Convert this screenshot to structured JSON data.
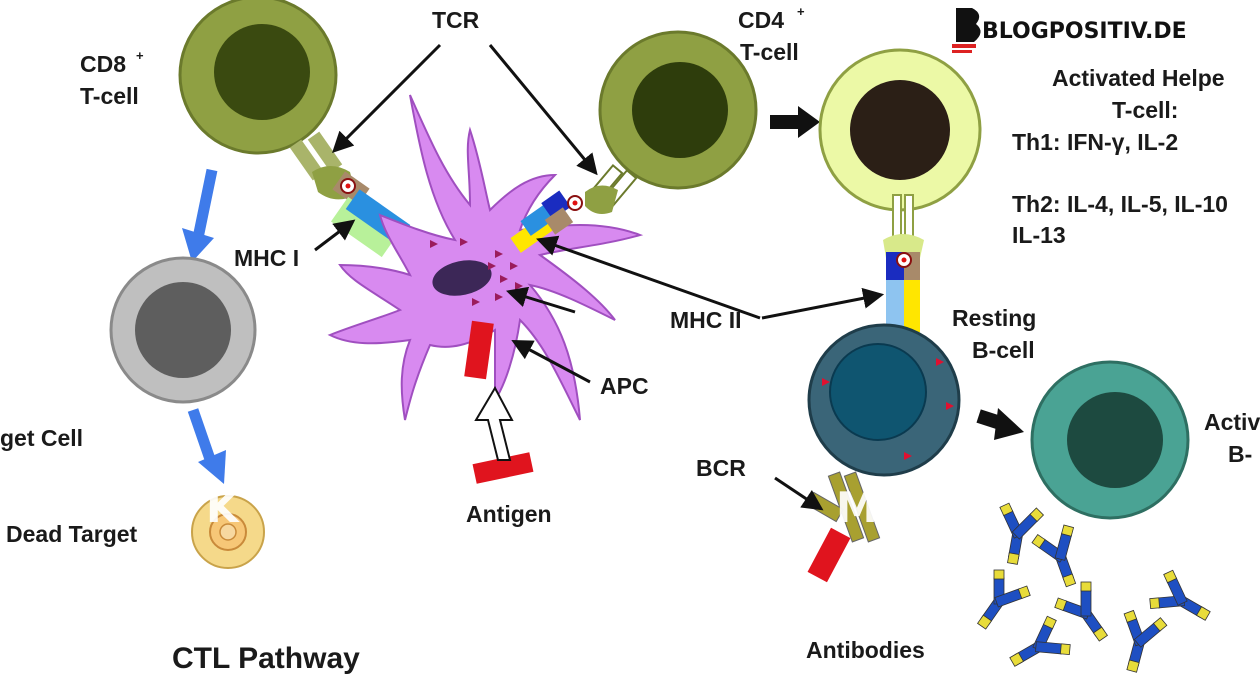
{
  "labels": {
    "tcr": "TCR",
    "cd8": "CD8",
    "cd8_sup": "+",
    "tcell_cd8": "T-cell",
    "cd4": "CD4",
    "cd4_sup": "+",
    "tcell_cd4": "T-cell",
    "activated_helper_line1": "Activated Helpe",
    "activated_helper_line2": "T-cell:",
    "th1": "Th1: IFN-γ, IL-2",
    "th2_line1": "Th2: IL-4, IL-5, IL-10",
    "th2_line2": "IL-13",
    "mhc1": "MHC I",
    "mhc2": "MHC II",
    "resting_line1": "Resting",
    "resting_line2": "B-cell",
    "apc": "APC",
    "target_cell": "get Cell",
    "dead_target": "Dead Target",
    "antigen": "Antigen",
    "bcr": "BCR",
    "activated_b_line1": "Activ",
    "activated_b_line2": "B-",
    "ctl_pathway": "CTL Pathway",
    "antibodies": "Antibodies"
  },
  "watermark": {
    "text": "BLOGPOSITIV.DE",
    "ghost_left": "K",
    "ghost_right": "M   DE"
  },
  "colors": {
    "cd8_outer": "#8fa043",
    "cd8_inner": "#3a4a10",
    "cd4_outer": "#8fa043",
    "cd4_inner": "#2e3d0c",
    "helper_outer": "#ecf9a6",
    "helper_inner": "#2b1f16",
    "target_outer": "#bfbfbf",
    "target_inner": "#5e5e5e",
    "dead_outer": "#f5d98a",
    "apc_body": "#d88af0",
    "apc_nucleus": "#3c2757",
    "bcell_outer": "#3a6578",
    "bcell_inner": "#0f5570",
    "activated_b_outer": "#4aa394",
    "activated_b_inner": "#1d4a40",
    "pathway_arrow": "#3f7bea",
    "antigen": "#e0141e",
    "antibody_blue": "#1e4fc2",
    "antibody_yellow": "#e8dc3a"
  }
}
